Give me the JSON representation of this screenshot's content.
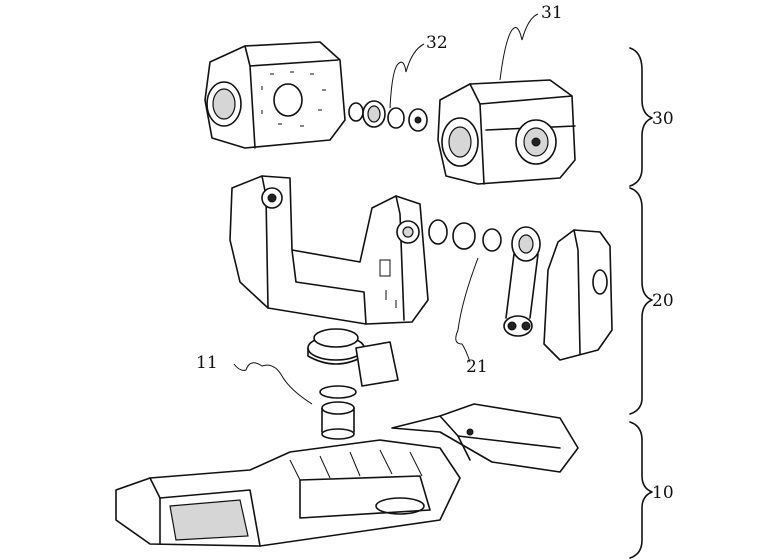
{
  "labels": {
    "l31": "31",
    "l32": "32",
    "l30": "30",
    "l20": "20",
    "l21": "21",
    "l11": "11",
    "l10": "10"
  }
}
